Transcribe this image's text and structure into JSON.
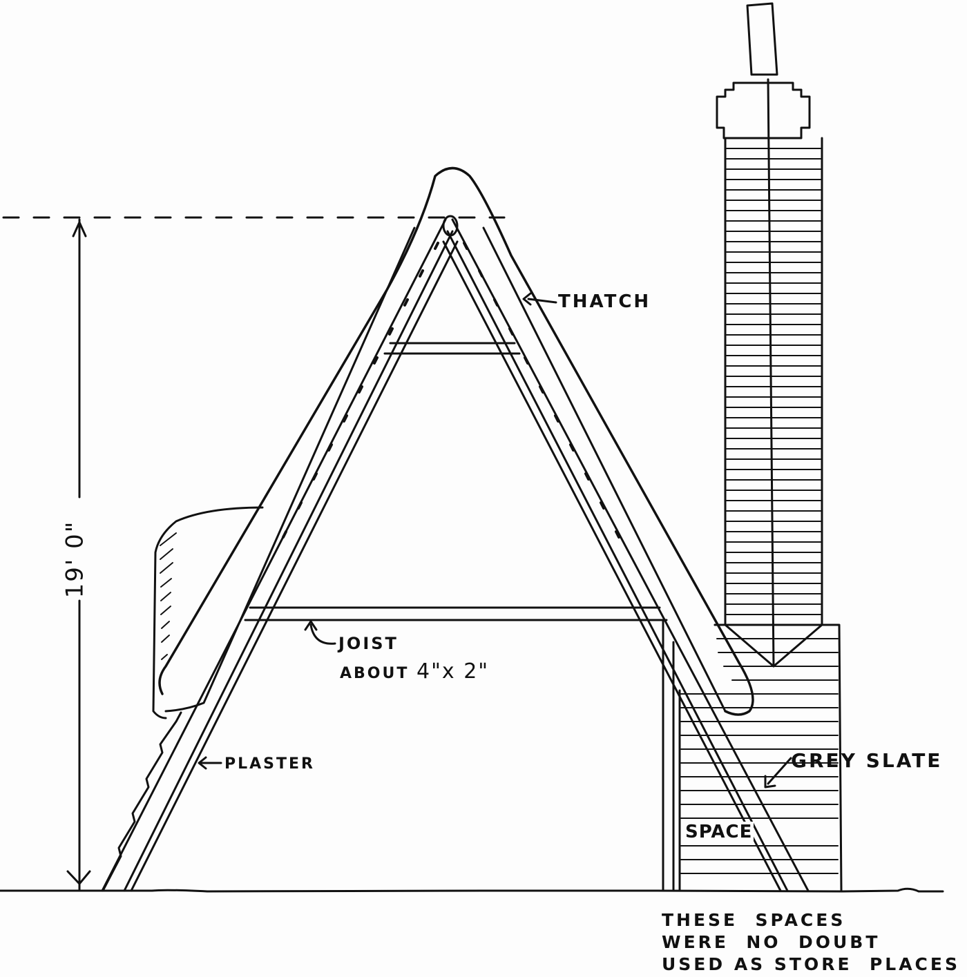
{
  "diagram": {
    "type": "architectural cross-section sketch",
    "subject": "thatched A-frame roof with chimney"
  },
  "dimension": {
    "height_label": "19' 0\""
  },
  "labels": {
    "thatch": "THATCH",
    "joist_line1": "JOIST",
    "joist_line2_prefix": "ABOUT ",
    "joist_line2_dim": "4\"x 2\"",
    "plaster": "PLASTER",
    "grey_slate": "GREY SLATE",
    "space": "SPACE"
  },
  "note": {
    "lines": [
      "THESE  SPACES",
      "WERE  NO  DOUBT",
      "USED AS STORE  PLACES"
    ]
  },
  "colors": {
    "ink": "#111111",
    "paper": "#fdfdfd"
  }
}
